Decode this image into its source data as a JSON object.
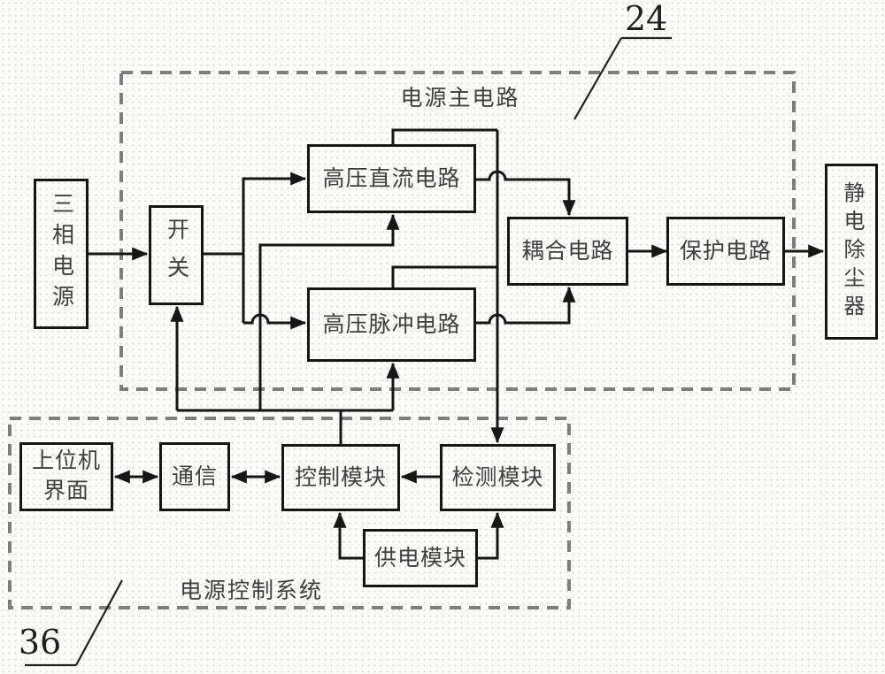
{
  "figure": {
    "main_region": {
      "label": "电源主电路",
      "ref": "24"
    },
    "control_region": {
      "label": "电源控制系统",
      "ref": "36"
    },
    "blocks": {
      "three_phase": {
        "label": "三相电源"
      },
      "switch": {
        "label": "开关"
      },
      "hv_dc": {
        "label": "高压直流电路"
      },
      "hv_pulse": {
        "label": "高压脉冲电路"
      },
      "coupling": {
        "label": "耦合电路"
      },
      "protection": {
        "label": "保护电路"
      },
      "esp": {
        "label": "静电除尘器"
      },
      "host_ui": {
        "line1": "上位机",
        "line2": "界面"
      },
      "comm": {
        "label": "通信"
      },
      "control": {
        "label": "控制模块"
      },
      "detect": {
        "label": "检测模块"
      },
      "supply": {
        "label": "供电模块"
      }
    },
    "colors": {
      "line": "#161616",
      "dashed_border": "#7e7e7e",
      "text": "#3f3f3f",
      "background": "#fbfbfa"
    }
  }
}
